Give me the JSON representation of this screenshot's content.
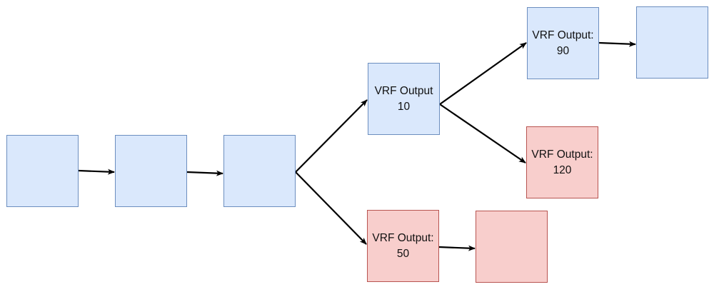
{
  "blocks": [
    {
      "id": "n1",
      "color": "#dae8fc",
      "line1": "",
      "line2": ""
    },
    {
      "id": "n2",
      "color": "#dae8fc",
      "line1": "",
      "line2": ""
    },
    {
      "id": "n3",
      "color": "#dae8fc",
      "line1": "",
      "line2": ""
    },
    {
      "id": "n4",
      "color": "#dae8fc",
      "line1": "VRF Output",
      "line2": "10"
    },
    {
      "id": "n5",
      "color": "#dae8fc",
      "line1": "VRF Output:",
      "line2": "90"
    },
    {
      "id": "n6",
      "color": "#dae8fc",
      "line1": "",
      "line2": ""
    },
    {
      "id": "n7",
      "color": "#f8cecc",
      "line1": "VRF Output:",
      "line2": "120"
    },
    {
      "id": "n8",
      "color": "#f8cecc",
      "line1": "VRF Output:",
      "line2": "50"
    },
    {
      "id": "n9",
      "color": "#f8cecc",
      "line1": "",
      "line2": ""
    }
  ],
  "edges": [
    {
      "from": "n1",
      "to": "n2"
    },
    {
      "from": "n2",
      "to": "n3"
    },
    {
      "from": "n3",
      "to": "n4"
    },
    {
      "from": "n3",
      "to": "n8"
    },
    {
      "from": "n4",
      "to": "n5"
    },
    {
      "from": "n4",
      "to": "n7"
    },
    {
      "from": "n5",
      "to": "n6"
    },
    {
      "from": "n8",
      "to": "n9"
    }
  ],
  "colors": {
    "blue_fill": "#dae8fc",
    "blue_border": "#6c8ebf",
    "red_fill": "#f8cecc",
    "red_border": "#b85450",
    "arrow": "#000000"
  }
}
